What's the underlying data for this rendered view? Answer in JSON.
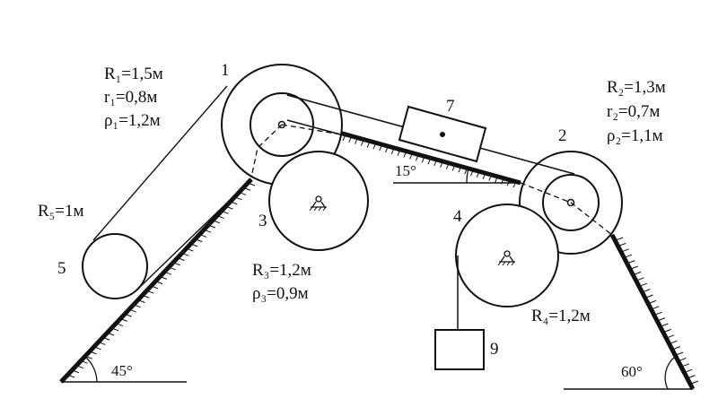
{
  "bodies": {
    "b1": {
      "number": "1",
      "R": "R₁=1,5м",
      "r": "r₁=0,8м",
      "rho": "ρ₁=1,2м"
    },
    "b2": {
      "number": "2",
      "R": "R₂=1,3м",
      "r": "r₂=0,7м",
      "rho": "ρ₂=1,1м"
    },
    "b3": {
      "number": "3",
      "R": "R₃=1,2м",
      "rho": "ρ₃=0,9м"
    },
    "b4": {
      "number": "4",
      "R": "R₄=1,2м"
    },
    "b5": {
      "number": "5",
      "R": "R₅=1м"
    },
    "b7": {
      "number": "7"
    },
    "b9": {
      "number": "9"
    }
  },
  "angles": {
    "left": "45°",
    "middle": "15°",
    "right": "60°"
  },
  "colors": {
    "ink": "#111111",
    "background": "#ffffff"
  }
}
